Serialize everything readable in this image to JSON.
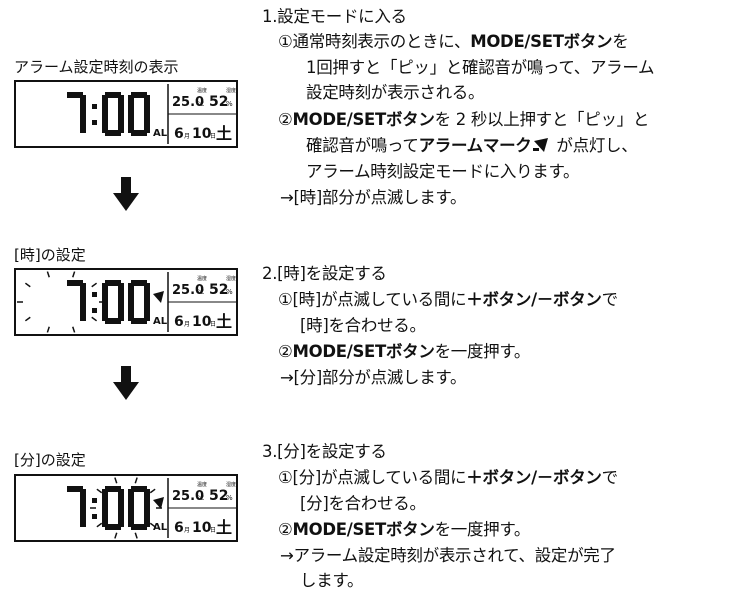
{
  "panels": [
    {
      "caption": "アラーム設定時刻の表示",
      "time": "7:00",
      "flash": "none"
    },
    {
      "caption": "[時]の設定",
      "time": "7:00",
      "flash": "hour"
    },
    {
      "caption": "[分]の設定",
      "time": "7:00",
      "flash": "minute"
    }
  ],
  "lcd": {
    "am_label": "AL",
    "temp_label": "温度",
    "hum_label": "湿度",
    "temp": "25.0",
    "temp_unit": "°C",
    "hum": "52",
    "hum_unit": "%",
    "month": "6",
    "month_unit": "月",
    "day": "10",
    "day_unit": "日",
    "weekday": "土"
  },
  "steps": {
    "s1": {
      "title": "1.設定モードに入る",
      "a1_pre": "①通常時刻表示のときに、",
      "a1_bold": "MODE/SETボタン",
      "a1_post": "を",
      "a2": "1回押すと「ピッ」と確認音が鳴って、アラーム",
      "a3": "設定時刻が表示される。",
      "b1_pre": "②",
      "b1_bold": "MODE/SETボタン",
      "b1_post": "を 2 秒以上押すと「ピッ」と",
      "b2_pre": "確認音が鳴って",
      "b2_bold": "アラームマーク",
      "b2_post": " が点灯し、",
      "b3": "アラーム時刻設定モードに入ります。",
      "c1": "→[時]部分が点滅します。"
    },
    "s2": {
      "title": "2.[時]を設定する",
      "a1_pre": "①[時]が点滅している間に",
      "a1_bold": "＋ボタン/－ボタン",
      "a1_post": "で",
      "a2": "[時]を合わせる。",
      "b1_pre": "②",
      "b1_bold": "MODE/SETボタン",
      "b1_post": "を一度押す。",
      "c1": "→[分]部分が点滅します。"
    },
    "s3": {
      "title": "3.[分]を設定する",
      "a1_pre": "①[分]が点滅している間に",
      "a1_bold": "＋ボタン/－ボタン",
      "a1_post": "で",
      "a2": "[分]を合わせる。",
      "b1_pre": "②",
      "b1_bold": "MODE/SETボタン",
      "b1_post": "を一度押す。",
      "c1": "→アラーム設定時刻が表示されて、設定が完了",
      "c2": "します。"
    }
  }
}
